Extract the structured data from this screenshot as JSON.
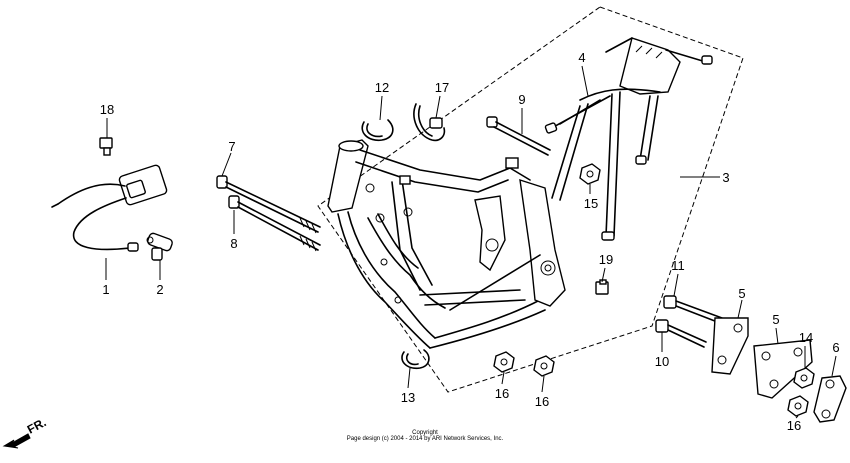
{
  "direction_label": "FR.",
  "callouts": [
    {
      "id": "c18",
      "label": "18"
    },
    {
      "id": "c1",
      "label": "1"
    },
    {
      "id": "c2",
      "label": "2"
    },
    {
      "id": "c7",
      "label": "7"
    },
    {
      "id": "c8",
      "label": "8"
    },
    {
      "id": "c12",
      "label": "12"
    },
    {
      "id": "c17",
      "label": "17"
    },
    {
      "id": "c9",
      "label": "9"
    },
    {
      "id": "c4",
      "label": "4"
    },
    {
      "id": "c3",
      "label": "3"
    },
    {
      "id": "c15",
      "label": "15"
    },
    {
      "id": "c19",
      "label": "19"
    },
    {
      "id": "c11",
      "label": "11"
    },
    {
      "id": "c5a",
      "label": "5"
    },
    {
      "id": "c5b",
      "label": "5"
    },
    {
      "id": "c10",
      "label": "10"
    },
    {
      "id": "c14",
      "label": "14"
    },
    {
      "id": "c6",
      "label": "6"
    },
    {
      "id": "c13",
      "label": "13"
    },
    {
      "id": "c16a",
      "label": "16"
    },
    {
      "id": "c16b",
      "label": "16"
    },
    {
      "id": "c16c",
      "label": "16"
    }
  ],
  "copyright": {
    "line1": "Copyright",
    "line2": "Page design (c) 2004 - 2014 by ARI Network Services, Inc."
  }
}
